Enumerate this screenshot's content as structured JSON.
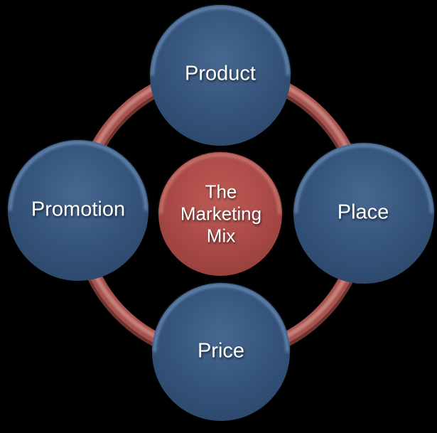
{
  "diagram": {
    "title": "The Marketing Mix",
    "type": "cycle-diagram",
    "center": {
      "label": "The\nMarketing\nMix"
    },
    "nodes": [
      {
        "label": "Product",
        "position": "top"
      },
      {
        "label": "Place",
        "position": "right"
      },
      {
        "label": "Price",
        "position": "bottom"
      },
      {
        "label": "Promotion",
        "position": "left"
      }
    ],
    "colors": {
      "background": "#000000",
      "node_fill": "#36557d",
      "node_fill_light": "#47688f",
      "node_fill_dark": "#283f5e",
      "node_rim_highlight": "#7fa3cc",
      "center_fill": "#ac4b48",
      "center_fill_light": "#bd5c55",
      "center_fill_dark": "#87403d",
      "center_rim_highlight": "#d28a80",
      "ring_main": "#a75450",
      "ring_highlight": "#cb8680",
      "ring_shadow": "#6f3330",
      "text": "#ffffff"
    }
  }
}
